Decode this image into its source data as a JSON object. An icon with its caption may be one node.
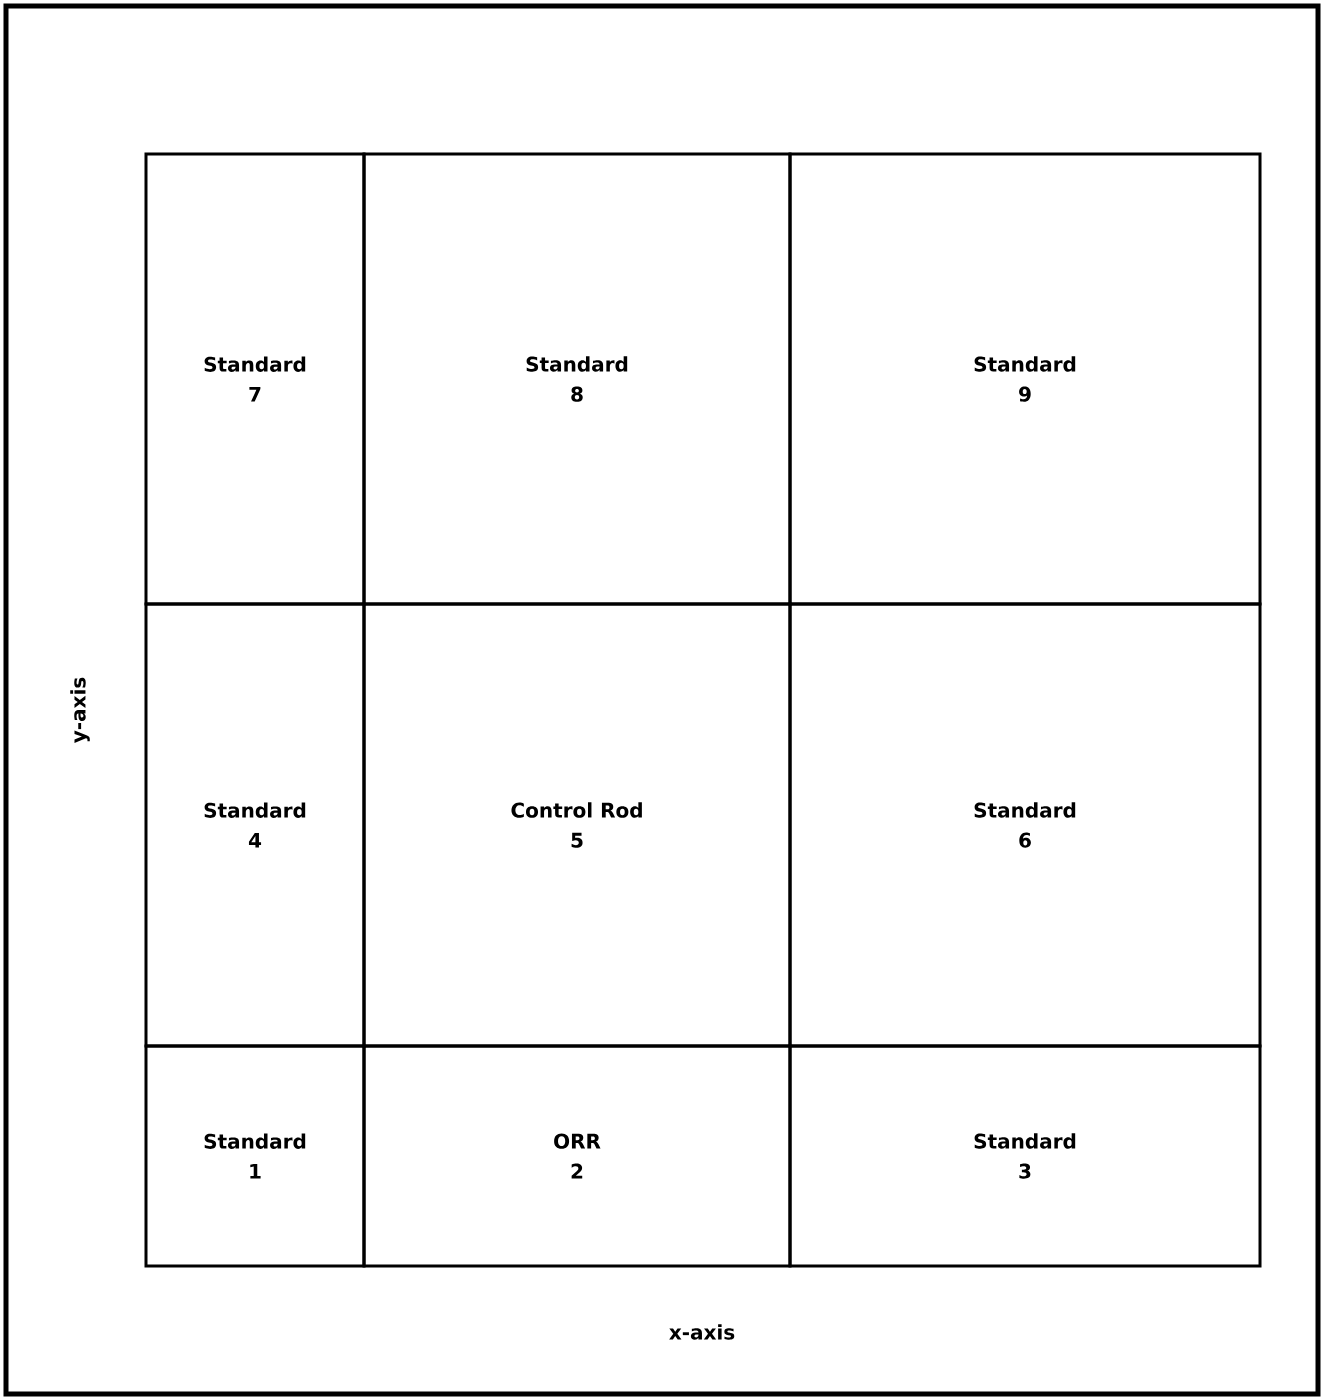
{
  "diagram": {
    "nodes": [
      {
        "text": [
          "Standard",
          "7"
        ]
      },
      {
        "text": [
          "Standard",
          "8"
        ]
      },
      {
        "text": [
          "Standard",
          "9"
        ]
      },
      {
        "text": [
          "Standard",
          "4"
        ]
      },
      {
        "text": [
          "Control Rod",
          "5"
        ]
      },
      {
        "text": [
          "Standard",
          "6"
        ]
      },
      {
        "text": [
          "Standard",
          "1"
        ]
      },
      {
        "text": [
          "ORR",
          "2"
        ]
      },
      {
        "text": [
          "Standard",
          "3"
        ]
      }
    ],
    "labels": [
      "y-axis",
      "x-axis"
    ]
  }
}
